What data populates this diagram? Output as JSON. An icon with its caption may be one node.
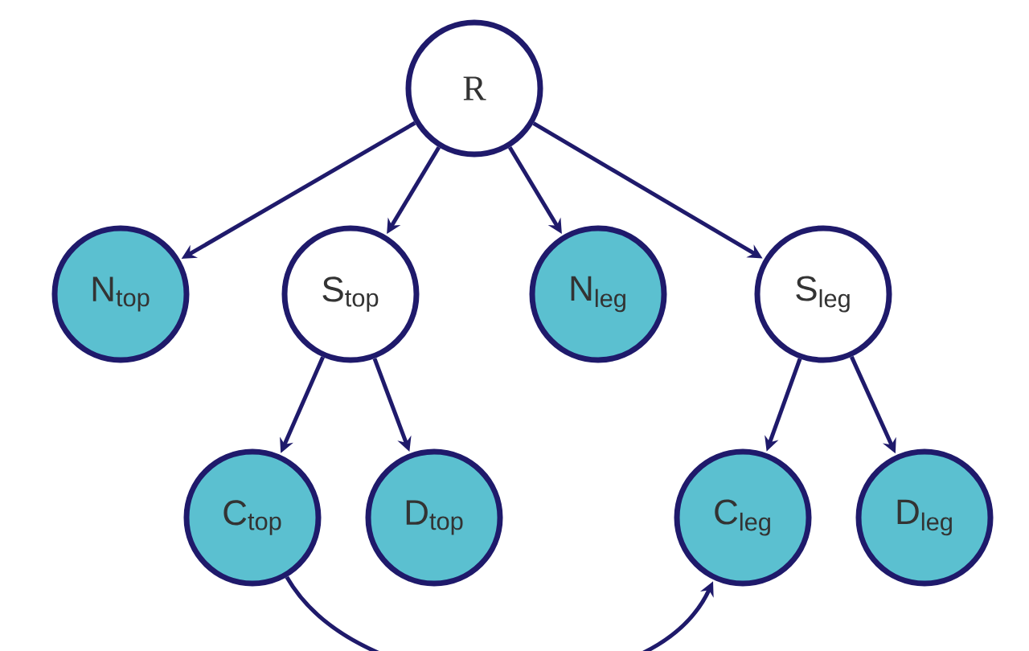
{
  "diagram": {
    "nodes": [
      {
        "text": [
          "R"
        ]
      },
      {
        "text": [
          "N$_{top}$"
        ]
      },
      {
        "text": [
          "S$_{top}$"
        ]
      },
      {
        "text": [
          "N$_{leg}$"
        ]
      },
      {
        "text": [
          "S$_{leg}$"
        ]
      },
      {
        "text": [
          "C$_{top}$"
        ]
      },
      {
        "text": [
          "D$_{top}$"
        ]
      },
      {
        "text": [
          "C$_{leg}$"
        ]
      },
      {
        "text": [
          "D$_{leg}$"
        ]
      }
    ],
    "edges": [
      {
        "from": 0,
        "to": 1,
        "arrow": "to"
      },
      {
        "from": 0,
        "to": 2,
        "arrow": "to"
      },
      {
        "from": 0,
        "to": 3,
        "arrow": "to"
      },
      {
        "from": 0,
        "to": 4,
        "arrow": "to"
      },
      {
        "from": 2,
        "to": 5,
        "arrow": "to"
      },
      {
        "from": 2,
        "to": 6,
        "arrow": "to"
      },
      {
        "from": 4,
        "to": 7,
        "arrow": "to"
      },
      {
        "from": 4,
        "to": 8,
        "arrow": "to"
      },
      {
        "from": 5,
        "to": 7,
        "arrow": "to"
      }
    ]
  }
}
